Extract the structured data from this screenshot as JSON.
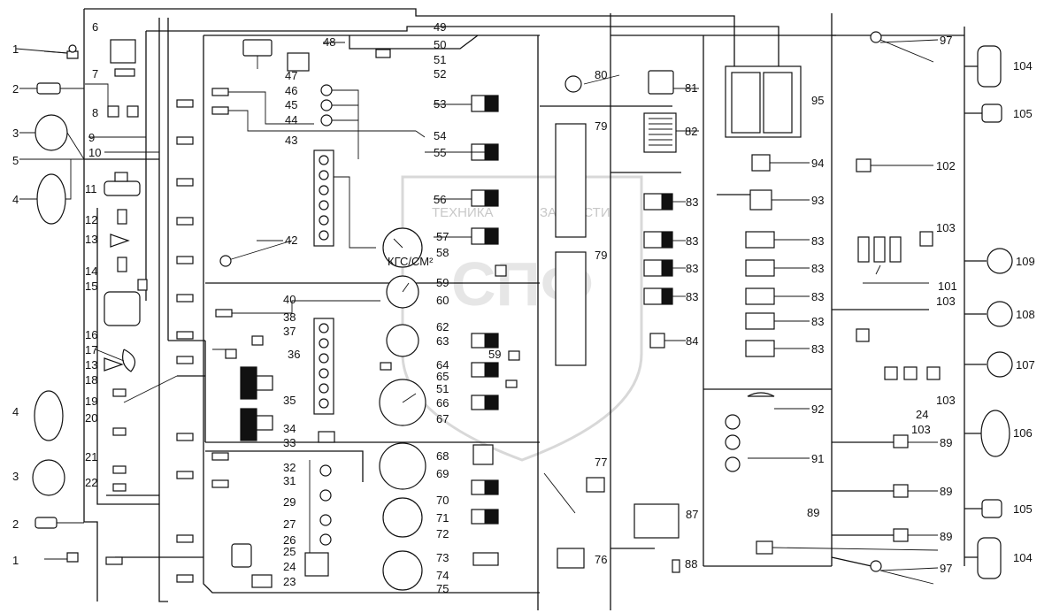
{
  "watermark": {
    "line1": "ТЕХНИКА",
    "line2": "ЗАПЧАСТИ",
    "logo_text": "СПФ"
  },
  "gauge_units": {
    "pressure_unit": "КГС/СМ²"
  },
  "labels": {
    "l1a": "1",
    "l1b": "1",
    "l2a": "2",
    "l2b": "2",
    "l3a": "3",
    "l3b": "3",
    "l4a": "4",
    "l4b": "4",
    "l5": "5",
    "l6": "6",
    "l7": "7",
    "l8": "8",
    "l9": "9",
    "l10": "10",
    "l11": "11",
    "l12": "12",
    "l13a": "13",
    "l13b": "13",
    "l14": "14",
    "l15": "15",
    "l16": "16",
    "l17": "17",
    "l18": "18",
    "l19": "19",
    "l20": "20",
    "l21": "21",
    "l22": "22",
    "l23": "23",
    "l24a": "24",
    "l24b": "24",
    "l25": "25",
    "l26": "26",
    "l27": "27",
    "l29": "29",
    "l31": "31",
    "l32": "32",
    "l33": "33",
    "l34": "34",
    "l35": "35",
    "l36": "36",
    "l37": "37",
    "l38": "38",
    "l40": "40",
    "l42": "42",
    "l43": "43",
    "l44": "44",
    "l45": "45",
    "l46": "46",
    "l47": "47",
    "l48": "48",
    "l49": "49",
    "l50": "50",
    "l51a": "51",
    "l51b": "51",
    "l52": "52",
    "l53": "53",
    "l54": "54",
    "l55": "55",
    "l56": "56",
    "l57": "57",
    "l58": "58",
    "l59a": "59",
    "l59b": "59",
    "l60": "60",
    "l62": "62",
    "l63": "63",
    "l64": "64",
    "l65": "65",
    "l66": "66",
    "l67": "67",
    "l68": "68",
    "l69": "69",
    "l70": "70",
    "l71": "71",
    "l72": "72",
    "l73": "73",
    "l74": "74",
    "l75": "75",
    "l76": "76",
    "l77": "77",
    "l79a": "79",
    "l79b": "79",
    "l80": "80",
    "l81": "81",
    "l82": "82",
    "l83a": "83",
    "l83b": "83",
    "l83c": "83",
    "l83d": "83",
    "l83e": "83",
    "l83f": "83",
    "l83g": "83",
    "l83h": "83",
    "l83i": "83",
    "l84": "84",
    "l87": "87",
    "l88": "88",
    "l89a": "89",
    "l89b": "89",
    "l89c": "89",
    "l89d": "89",
    "l91": "91",
    "l92": "92",
    "l93": "93",
    "l94": "94",
    "l95": "95",
    "l97a": "97",
    "l97b": "97",
    "l101": "101",
    "l102": "102",
    "l103a": "103",
    "l103b": "103",
    "l103c": "103",
    "l103d": "103",
    "l104a": "104",
    "l104b": "104",
    "l105a": "105",
    "l105b": "105",
    "l106": "106",
    "l107": "107",
    "l108": "108",
    "l109": "109"
  }
}
